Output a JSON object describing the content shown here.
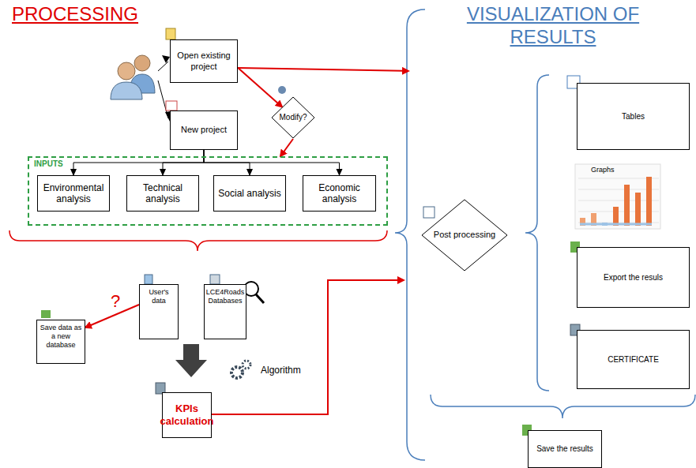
{
  "diagram": {
    "nodes": [
      {
        "text": [
          "Open existing project"
        ]
      },
      {
        "text": [
          "New project"
        ]
      },
      {
        "text": [
          "Modify?"
        ]
      },
      {
        "text": [
          "INPUTS"
        ]
      },
      {
        "text": [
          "Environmental analysis"
        ],
        "in": 3
      },
      {
        "text": [
          "Technical analysis"
        ],
        "in": 3
      },
      {
        "text": [
          "Social analysis"
        ],
        "in": 3
      },
      {
        "text": [
          "Economic analysis"
        ],
        "in": 3
      },
      {
        "text": [
          "User's data"
        ]
      },
      {
        "text": [
          "LCE4Roads Databases"
        ]
      },
      {
        "text": [
          "Save data as a new database"
        ]
      },
      {
        "text": [
          "KPIs calculation"
        ]
      },
      {
        "text": [
          "Post processing"
        ]
      },
      {
        "text": [
          "Tables"
        ]
      },
      {
        "text": [
          "Export the resuls"
        ]
      },
      {
        "text": [
          "CERTIFICATE"
        ]
      },
      {
        "text": [
          "Save the results"
        ]
      }
    ],
    "edges": [
      {
        "from": 0,
        "to": 2,
        "arrow": "to"
      },
      {
        "from": 2,
        "to": 3,
        "arrow": "to"
      },
      {
        "from": 1,
        "to": 4,
        "arrow": "to"
      },
      {
        "from": 1,
        "to": 5,
        "arrow": "to"
      },
      {
        "from": 1,
        "to": 6,
        "arrow": "to"
      },
      {
        "from": 1,
        "to": 7,
        "arrow": "to"
      },
      {
        "from": 8,
        "to": 10,
        "label": "?",
        "arrow": "to"
      }
    ],
    "labels": [
      "PROCESSING",
      "VISUALIZATION OF RESULTS",
      "Algorithm",
      "Graphs"
    ]
  }
}
